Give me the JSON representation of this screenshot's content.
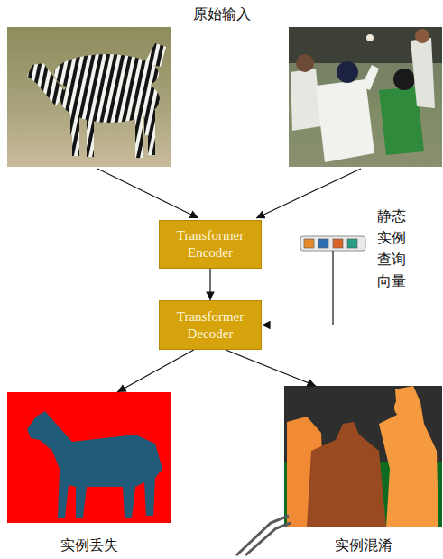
{
  "diagram": {
    "title": "原始输入",
    "nodes": [
      {
        "text": [
          "Transformer Encoder"
        ]
      },
      {
        "text": [
          "静态实例查询向量"
        ]
      },
      {
        "text": [
          "Transformer Decoder"
        ]
      },
      {
        "text": [
          "实例丢失"
        ]
      },
      {
        "text": [
          "实例混淆"
        ]
      }
    ],
    "edges": [
      {
        "from": 0,
        "to": 2,
        "arrow": "to"
      },
      {
        "from": 1,
        "to": 2,
        "arrow": "to"
      },
      {
        "from": 2,
        "to": 3,
        "arrow": "to"
      },
      {
        "from": 2,
        "to": 4,
        "arrow": "to"
      }
    ]
  }
}
